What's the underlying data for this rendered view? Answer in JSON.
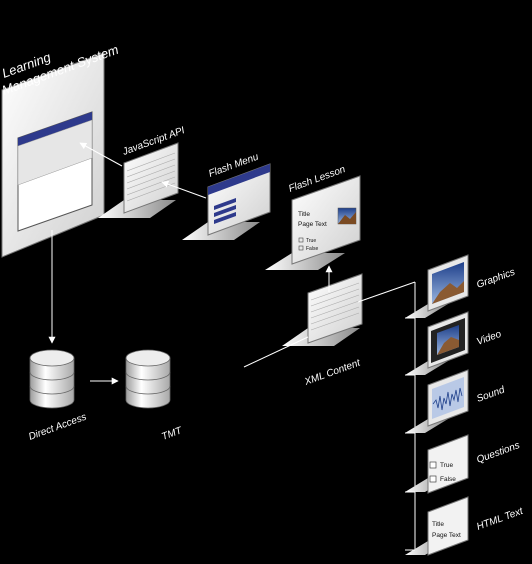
{
  "lms": {
    "line1": "Learning",
    "line2": "Management System"
  },
  "javascript_api": "JavaScript API",
  "flash_menu": "Flash Menu",
  "flash_lesson": {
    "label": "Flash Lesson",
    "title": "Title",
    "page_text": "Page Text",
    "opt_true": "True",
    "opt_false": "False"
  },
  "xml_content": "XML Content",
  "database_left": "Direct Access",
  "database_right": "TMT",
  "assets": {
    "graphics": "Graphics",
    "video": "Video",
    "sound": "Sound",
    "questions": "Questions",
    "q_true": "True",
    "q_false": "False",
    "html_text": "HTML Text",
    "h_title": "Title",
    "h_page_text": "Page Text"
  },
  "colors": {
    "background": "#000000",
    "accent_blue": "#2e3a8c",
    "panel": "#f2f2f2"
  }
}
